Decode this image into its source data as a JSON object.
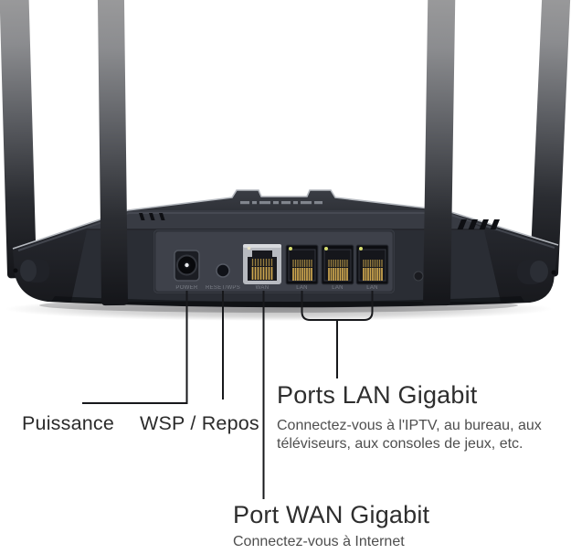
{
  "page": {
    "background": "#ffffff",
    "type": "router-rear-panel-annotated-diagram"
  },
  "device": {
    "name": "wifi-router-rear-view",
    "antenna_count": 4,
    "port_labels": {
      "power": "POWER",
      "reset": "RESET/WPS",
      "wan": "WAN",
      "lan": "LAN"
    },
    "lan_port_count": 3,
    "colors": {
      "body_dark": "#202229",
      "panel_gray": "#3e414a",
      "wan_bezel_silver": "#b7bac0",
      "pin_gold": "#c9a556",
      "led_green": "#d6dd70",
      "callout_line": "#17181b"
    }
  },
  "annotations": {
    "power": {
      "label": "Puissance"
    },
    "wps": {
      "label": "WSP / Repos"
    },
    "lan": {
      "title": "Ports LAN Gigabit",
      "description_line1": "Connectez-vous à l'IPTV, au bureau, aux",
      "description_line2": "téléviseurs, aux consoles de jeux, etc."
    },
    "wan": {
      "title": "Port WAN Gigabit",
      "description": "Connectez-vous à Internet"
    }
  }
}
